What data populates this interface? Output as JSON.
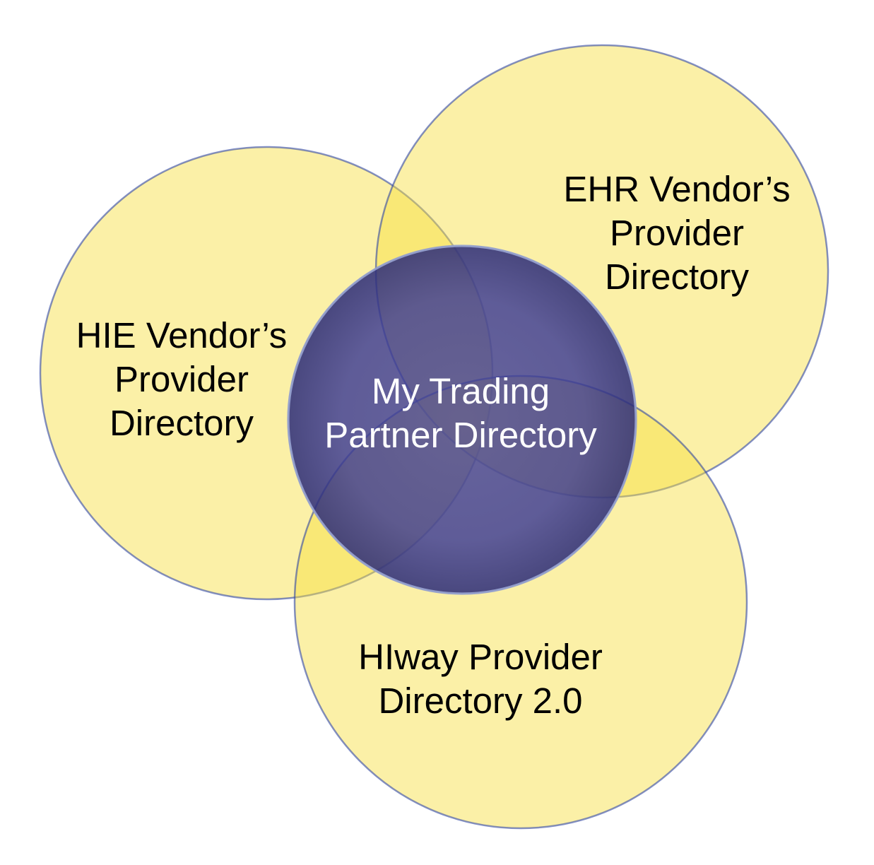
{
  "diagram": {
    "kind": "venn-diagram",
    "colors": {
      "background": "#FFFFFF",
      "set_fill": "rgba(247,222,60,0.45)",
      "set_stroke": "rgba(48,70,164,0.6)",
      "set_fill_single_appearance": "#FBF0A8",
      "set_fill_overlap_appearance": "#F8E369",
      "center_fill_inner": "rgba(66,65,155,0.80)",
      "center_fill_mid": "rgba(60,59,148,0.82)",
      "center_fill_edge": "rgba(44,44,120,0.86)",
      "center_fill_appearance": "#5B5A94",
      "center_stroke": "rgba(148,159,206,0.95)",
      "set_label_color": "#000000",
      "center_label_color": "#FFFFFF"
    },
    "sets": [
      {
        "id": "hie",
        "lines": {
          "0": "HIE Vendor’s",
          "1": "Provider",
          "2": "Directory"
        }
      },
      {
        "id": "ehr",
        "lines": {
          "0": "EHR Vendor’s",
          "1": "Provider",
          "2": "Directory"
        }
      },
      {
        "id": "hiway",
        "lines": {
          "0": "HIway Provider",
          "1": "Directory 2.0"
        }
      }
    ],
    "center": {
      "id": "trading-partner",
      "lines": {
        "0": "My Trading",
        "1": "Partner Directory"
      }
    }
  }
}
